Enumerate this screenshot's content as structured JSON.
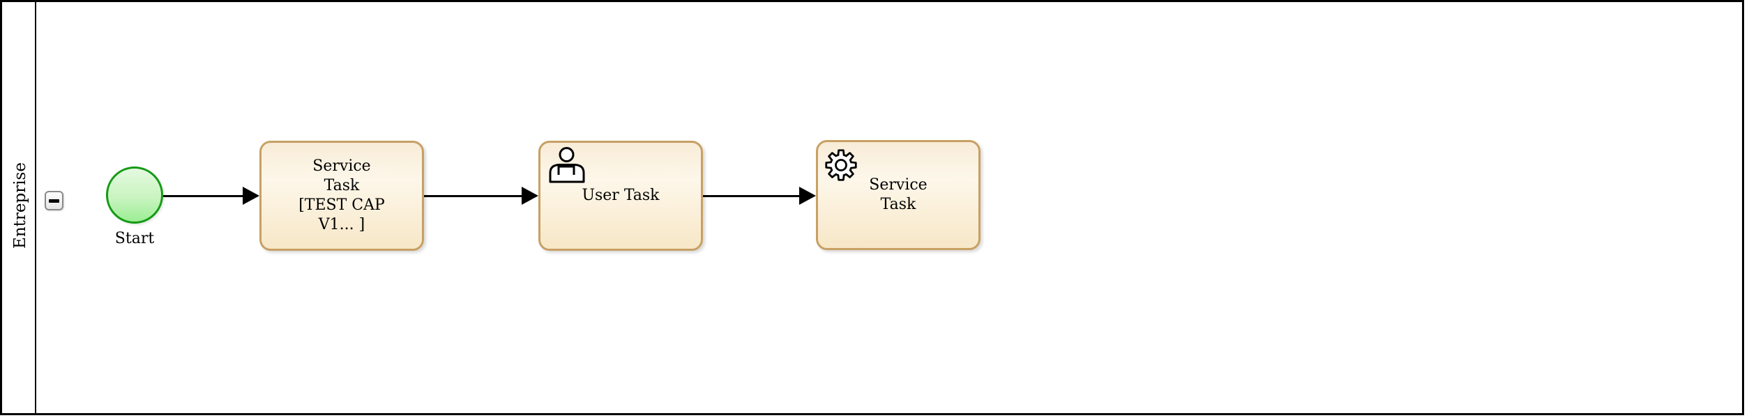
{
  "diagram": {
    "kind": "BPMN process diagram",
    "pool": {
      "lane_label": "Entreprise"
    },
    "collapse_button": {
      "icon": "minus-icon"
    },
    "start_event": {
      "label": "Start"
    },
    "tasks": [
      {
        "id": "service-task-1",
        "lines": [
          "Service",
          "Task",
          "[TEST CAP",
          "V1... ]"
        ],
        "icon": "none"
      },
      {
        "id": "user-task",
        "lines": [
          "User Task"
        ],
        "icon": "user-icon"
      },
      {
        "id": "service-task-2",
        "lines": [
          "Service",
          "Task"
        ],
        "icon": "gear-icon"
      }
    ],
    "connections": [
      "start-event -> service-task-1",
      "service-task-1 -> user-task",
      "user-task -> service-task-2"
    ],
    "colors": {
      "task_fill_top": "#f8ecd7",
      "task_fill_bottom": "#f7e7c7",
      "task_border": "#c8a064",
      "start_fill_top": "#e4f9e0",
      "start_fill_bottom": "#9cee94",
      "start_border": "#149a14",
      "flow_line": "#000000",
      "lane_border": "#000000"
    }
  }
}
